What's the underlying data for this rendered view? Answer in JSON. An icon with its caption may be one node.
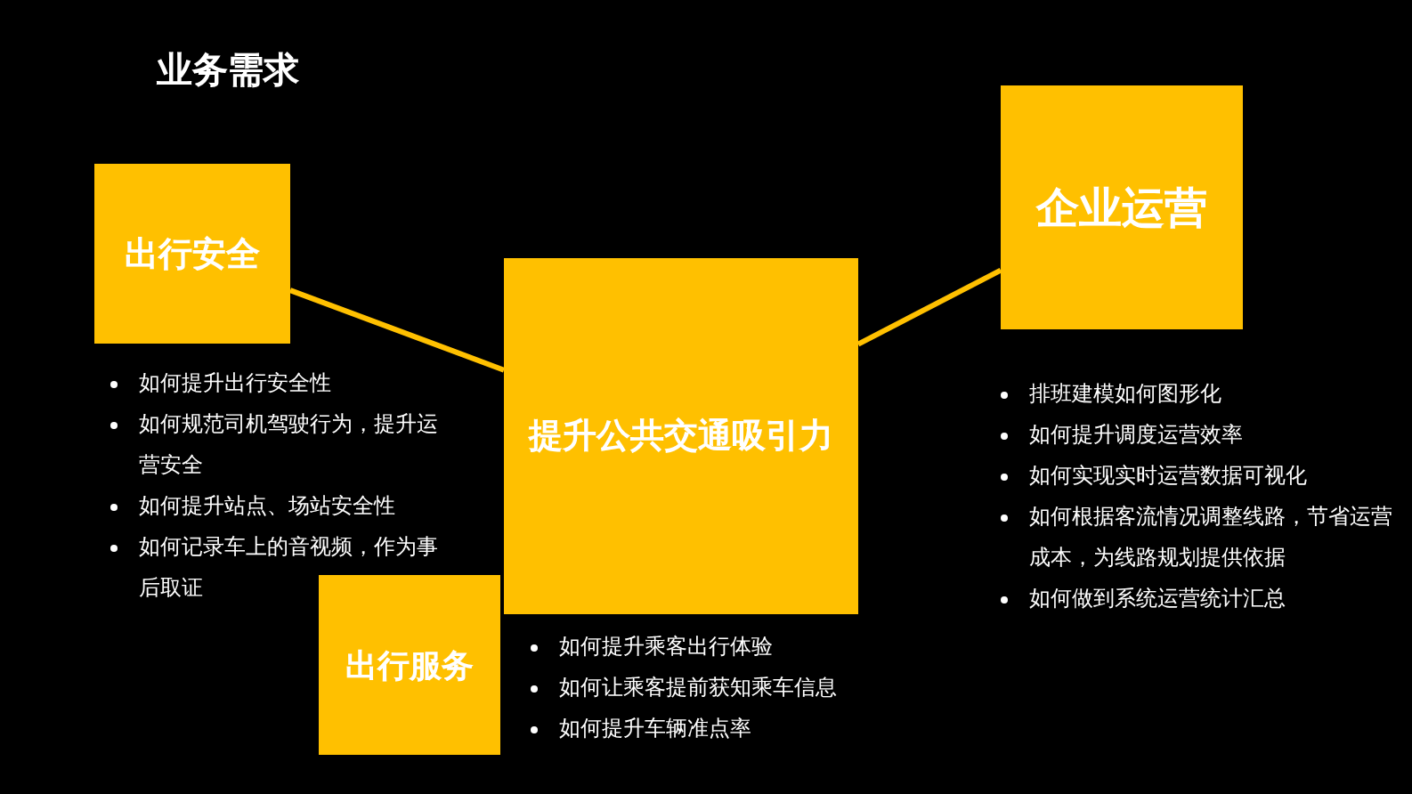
{
  "diagram": {
    "title": "业务需求",
    "nodes": [
      {
        "text": [
          "出行安全"
        ],
        "beside": [
          "如何提升出行安全性",
          "如何规范司机驾驶行为，提升运营安全",
          "如何提升站点、场站安全性"
        ]
      },
      {
        "text": [
          "提升公共交通吸引力"
        ]
      },
      {
        "text": [
          "企业运营"
        ],
        "beside": [
          "排班建模如何图形化",
          "如何提升调度运营效率",
          "如何实现实时运营数据可视化",
          "如何根据客流情况调整线路，节省运营成本，为线路规划提供依据",
          "如何做到系统运营统计汇总"
        ]
      },
      {
        "text": [
          "出行服务"
        ],
        "beside": [
          "如何提升乘客出行体验",
          "如何让乘客提前获知乘车信息",
          "如何提升车辆准点率"
        ]
      }
    ],
    "edges": [
      {
        "from": 0,
        "to": 1,
        "arrow": "none"
      },
      {
        "from": 1,
        "to": 2,
        "arrow": "none"
      }
    ],
    "labels": [
      "如何记录车上的音视频，作为事后取证"
    ]
  }
}
